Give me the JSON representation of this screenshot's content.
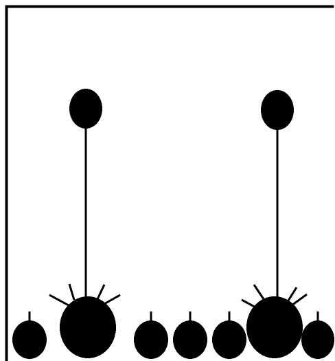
{
  "colors": {
    "background": "#ffffff",
    "ink": "#000000"
  },
  "scene": {
    "frame": "open-bottom-right-frame",
    "figures": [
      {
        "id": "pendulum-left",
        "kind": "pendulum"
      },
      {
        "id": "pendulum-right",
        "kind": "pendulum"
      }
    ],
    "ground_objects": [
      {
        "id": "small-drop-1",
        "kind": "small-drop"
      },
      {
        "id": "big-splash-left",
        "kind": "splash"
      },
      {
        "id": "small-drop-2",
        "kind": "small-drop"
      },
      {
        "id": "small-drop-3",
        "kind": "small-drop"
      },
      {
        "id": "small-drop-4",
        "kind": "small-drop"
      },
      {
        "id": "big-splash-right",
        "kind": "splash"
      },
      {
        "id": "small-drop-5",
        "kind": "small-drop"
      }
    ]
  }
}
